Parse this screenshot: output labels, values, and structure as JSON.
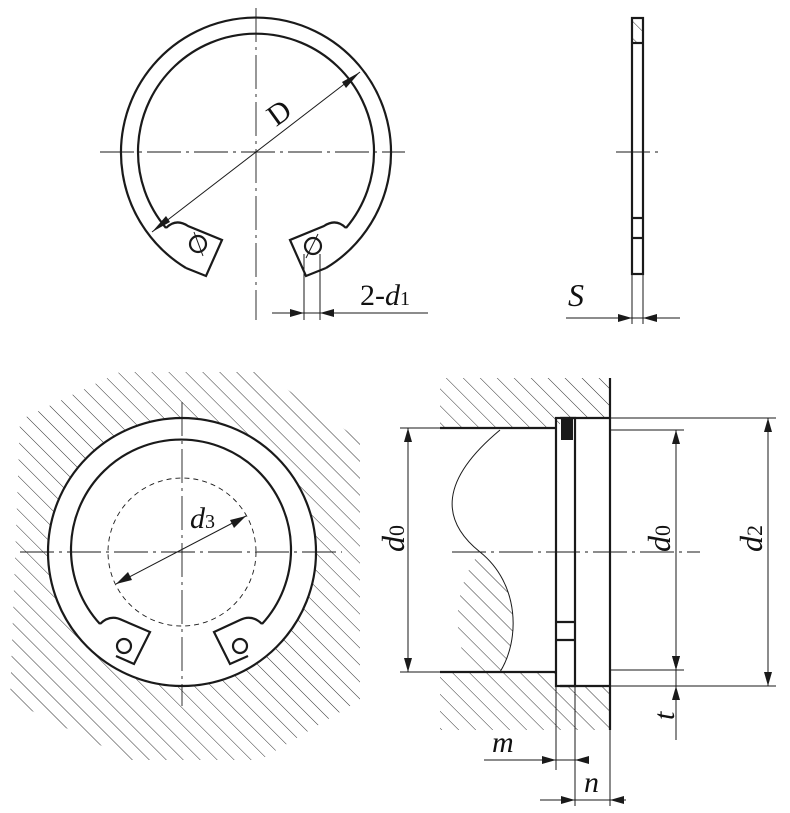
{
  "labels": {
    "D": "D",
    "two_d1_prefix": "2-",
    "two_d1_var": "d",
    "two_d1_sub": "1",
    "S": "S",
    "d3_var": "d",
    "d3_sub": "3",
    "d0_var": "d",
    "d0_sub": "0",
    "d0b_var": "d",
    "d0b_sub": "0",
    "d2_var": "d",
    "d2_sub": "2",
    "m": "m",
    "n": "n",
    "t": "t"
  }
}
